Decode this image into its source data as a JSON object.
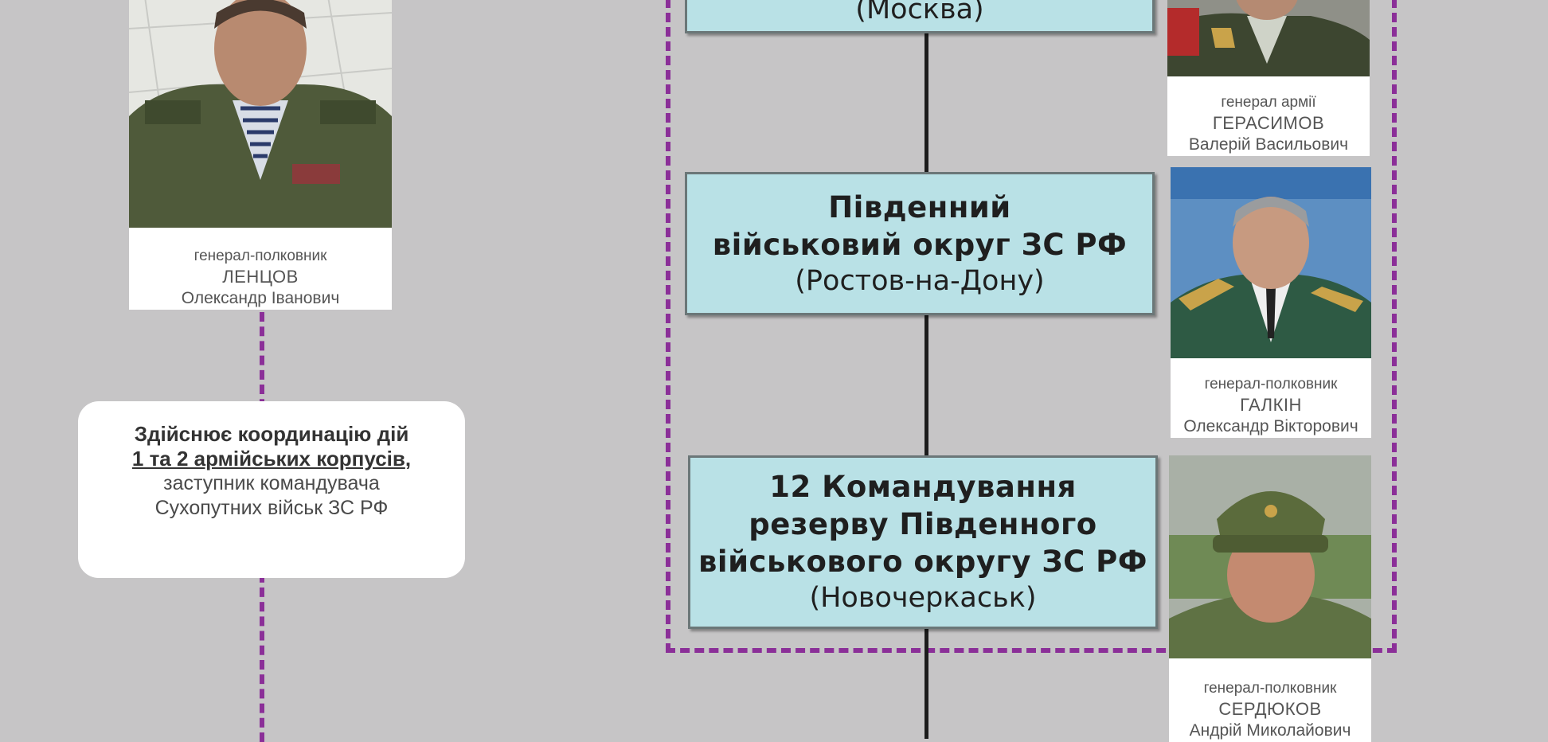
{
  "units": [
    {
      "name": "",
      "city": "(Москва)"
    },
    {
      "name": "Південний\nвійськовий округ ЗС РФ",
      "city": "(Ростов-на-Дону)"
    },
    {
      "name": "12 Командування\nрезерву Південного\nвійськового округу ЗС РФ",
      "city": "(Новочеркаськ)"
    }
  ],
  "persons": {
    "lentsov": {
      "rank": "генерал-полковник",
      "surname": "ЛЕНЦОВ",
      "given": "Олександр Іванович"
    },
    "gerasimov": {
      "rank": "генерал армії",
      "surname": "ГЕРАСИМОВ",
      "given": "Валерій Васильович"
    },
    "galkin": {
      "rank": "генерал-полковник",
      "surname": "ГАЛКІН",
      "given": "Олександр Вікторович"
    },
    "serdyukov": {
      "rank": "генерал-полковник",
      "surname": "СЕРДЮКОВ",
      "given": "Андрій Миколайович"
    }
  },
  "note": {
    "line1": "Здійснює координацію дій",
    "line2": "1 та 2 армійських корпусів",
    "line2_suffix": ",",
    "line3": "заступник командувача",
    "line4": "Сухопутних військ ЗС РФ"
  },
  "colors": {
    "background": "#c6c5c6",
    "unit_fill": "#b9e1e6",
    "dashed_border": "#8b2f98",
    "connector": "#1c1c1c"
  }
}
